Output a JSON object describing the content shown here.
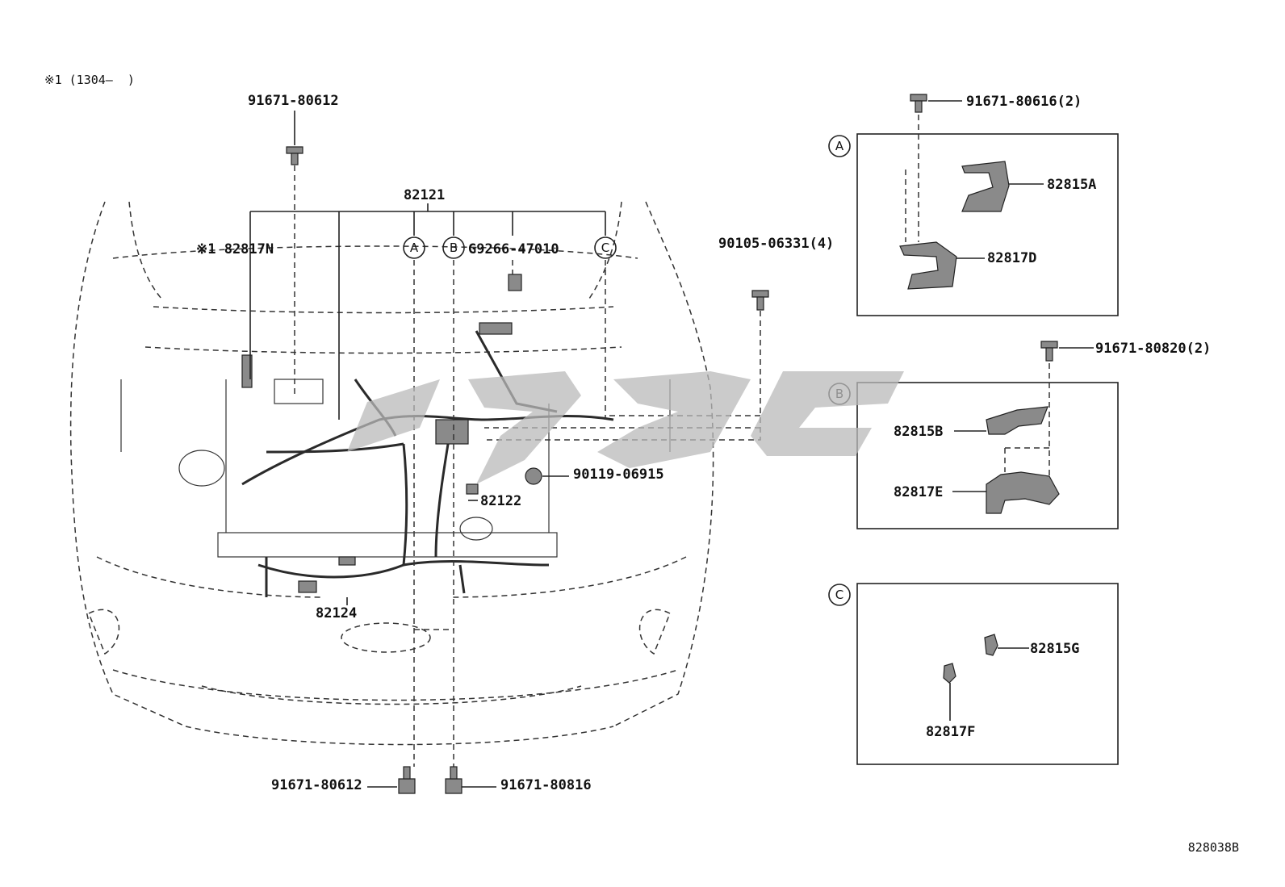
{
  "note": "※1 (1304–  )",
  "diagram_id": "828038B",
  "main_labels": {
    "harness_main": "82121",
    "note_part": "※1 82817N",
    "bolt_top": "91671-80612",
    "bolt_mid": "90105-06331(4)",
    "connector": "G9266-47010",
    "bolt_screw": "90119-06915",
    "harness_82122": "82122",
    "harness_82124": "82124",
    "bolt_bottom_left": "91671-80612",
    "bolt_bottom_right": "91671-80816"
  },
  "callouts": {
    "a": "A",
    "b": "B",
    "c": "C"
  },
  "detail_a": {
    "tag": "A",
    "bolt": "91671-80616(2)",
    "part_upper": "82815A",
    "part_lower": "82817D"
  },
  "detail_b": {
    "tag": "B",
    "bolt": "91671-80820(2)",
    "part_upper": "82815B",
    "part_lower": "82817E"
  },
  "detail_c": {
    "tag": "C",
    "part_upper": "82815G",
    "part_lower": "82817F"
  }
}
